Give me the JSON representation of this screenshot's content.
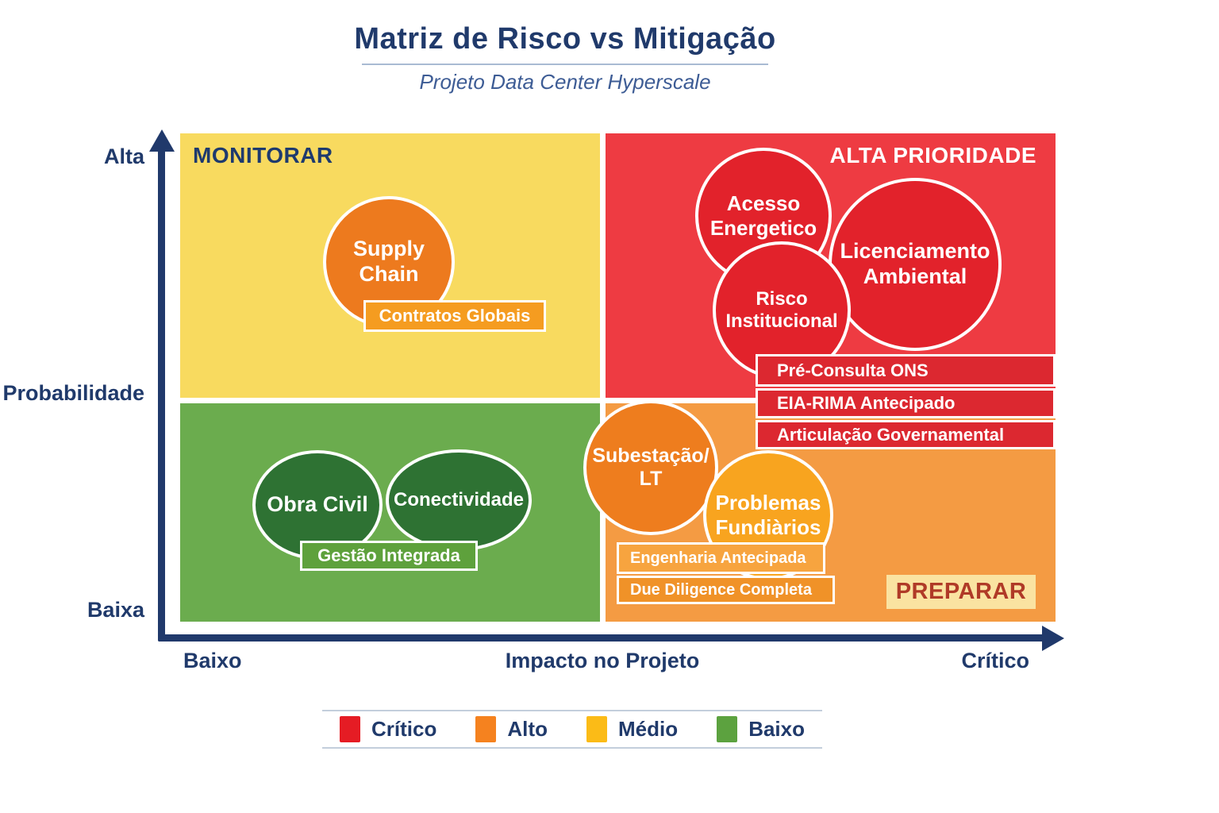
{
  "chart_data": {
    "type": "scatter",
    "variant": "risk-matrix-2x2-quadrant",
    "title": "Matriz de Risco vs Mitigação",
    "subtitle": "Projeto Data Center Hyperscale",
    "x_axis": {
      "title": "Impacto no Projeto",
      "min": "Baixo",
      "max": "Crítico"
    },
    "y_axis": {
      "title": "Probabilidade",
      "min": "Baixa",
      "max": "Alta"
    },
    "axis_color": "#20396B",
    "grid": false,
    "quadrants": [
      {
        "position": "top-left",
        "name": "MONITORAR",
        "severity": "Médio",
        "color": "#F8DA5F",
        "label_color": "#1E3A6E"
      },
      {
        "position": "top-right",
        "name": "ALTA PRIORIDADE",
        "severity": "Crítico",
        "color": "#EE3B42",
        "label_color": "#FFFFFF"
      },
      {
        "position": "bottom-left",
        "name": "",
        "severity": "Baixo",
        "color": "#6BAC4E",
        "label_color": ""
      },
      {
        "position": "bottom-right",
        "name": "PREPARAR",
        "severity": "Alto",
        "color": "#F49B43",
        "label_color": "#B03A27"
      }
    ],
    "bubbles": [
      {
        "label": "Supply Chain",
        "quadrant": "top-left",
        "impact": 24,
        "probability": 74,
        "color": "#ED7A1E"
      },
      {
        "label": "Acesso Energetico",
        "quadrant": "top-right",
        "impact": 67,
        "probability": 83,
        "color": "#E2222B"
      },
      {
        "label": "Licenciamento Ambiental",
        "quadrant": "top-right",
        "impact": 84,
        "probability": 73,
        "color": "#E2222B"
      },
      {
        "label": "Risco Institucional",
        "quadrant": "top-right",
        "impact": 69,
        "probability": 64,
        "color": "#E2222B"
      },
      {
        "label": "Obra Civil",
        "quadrant": "bottom-left",
        "impact": 16,
        "probability": 24,
        "color": "#2E7233"
      },
      {
        "label": "Conectividade",
        "quadrant": "bottom-left",
        "impact": 32,
        "probability": 25,
        "color": "#2E7233"
      },
      {
        "label": "Subestação/ LT",
        "quadrant": "bottom-right",
        "impact": 54,
        "probability": 32,
        "color": "#EE7D1E"
      },
      {
        "label": "Problemas Fundiàrios",
        "quadrant": "bottom-right",
        "impact": 67,
        "probability": 22,
        "color": "#F8A41F"
      }
    ],
    "mitigations": [
      {
        "label": "Contratos Globais",
        "quadrant": "top-left",
        "color": "#F59C20"
      },
      {
        "label": "Pré-Consulta ONS",
        "quadrant": "top-right",
        "color": "#DC2830"
      },
      {
        "label": "EIA-RIMA Antecipado",
        "quadrant": "top-right",
        "color": "#DC2830"
      },
      {
        "label": "Articulação Governamental",
        "quadrant": "top-right",
        "color": "#DC2830"
      },
      {
        "label": "Gestão Integrada",
        "quadrant": "bottom-left",
        "color": "#5EA13C"
      },
      {
        "label": "Engenharia Antecipada",
        "quadrant": "bottom-right",
        "color": "#F7A43F"
      },
      {
        "label": "Due Diligence Completa",
        "quadrant": "bottom-right",
        "color": "#F09228"
      }
    ],
    "action_badge": {
      "label": "PREPARAR",
      "bg": "#FAE3A1",
      "text_color": "#B03A27"
    },
    "legend": {
      "position": "bottom",
      "items": [
        {
          "label": "Crítico",
          "color": "#E51C24"
        },
        {
          "label": "Alto",
          "color": "#F5821F"
        },
        {
          "label": "Médio",
          "color": "#FBBB17"
        },
        {
          "label": "Baixo",
          "color": "#5CA23F"
        }
      ]
    }
  }
}
